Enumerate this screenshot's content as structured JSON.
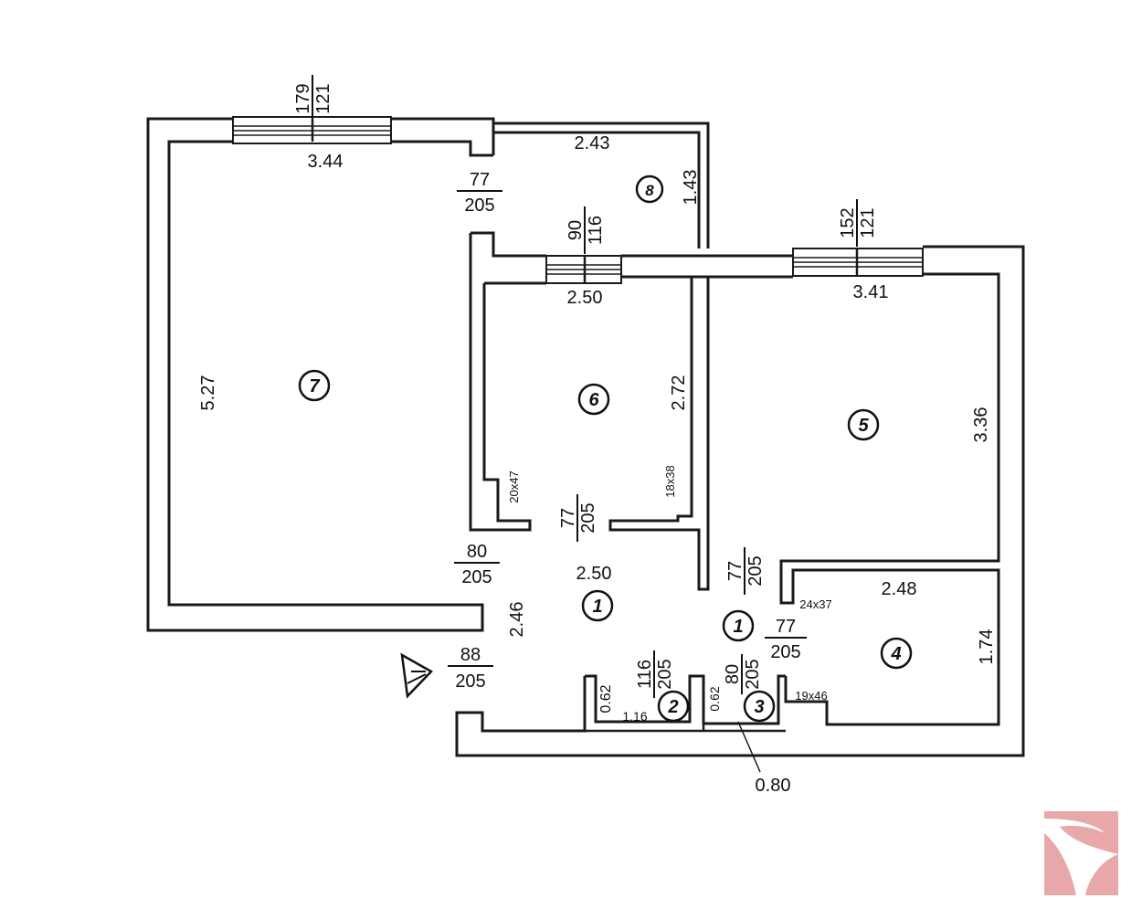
{
  "plan": {
    "rooms": {
      "r7": "7",
      "r8": "8",
      "r6": "6",
      "r5": "5",
      "r1a": "1",
      "r1b": "1",
      "r2": "2",
      "r3": "3",
      "r4": "4"
    },
    "dimensions": {
      "room7_width": "3.44",
      "room7_length": "5.27",
      "room8_width": "2.43",
      "room8_length": "1.43",
      "room6_width": "2.50",
      "room6_length": "2.72",
      "room5_width": "3.41",
      "room5_length": "3.36",
      "hall_width": "2.50",
      "hall_length": "2.46",
      "room4_width": "2.48",
      "room4_length": "1.74",
      "room2_length": "0.62",
      "room2_width": "1.16",
      "room3_length": "0.62",
      "room3_width": "0.80"
    },
    "openings": {
      "win7_w": "179",
      "win7_h": "121",
      "win6_w": "90",
      "win6_h": "116",
      "win5_w": "152",
      "win5_h": "121",
      "door8_w": "77",
      "door8_h": "205",
      "door6_w": "77",
      "door6_h": "205",
      "door7_w": "80",
      "door7_h": "205",
      "door5_w": "77",
      "door5_h": "205",
      "door4_w": "77",
      "door4_h": "205",
      "entry_w": "88",
      "entry_h": "205",
      "door2_w": "116",
      "door2_h": "205",
      "door3_w": "80",
      "door3_h": "205"
    },
    "niches": {
      "n6a": "20x47",
      "n6b": "18x38",
      "n4a": "24x37",
      "n4b": "19x46"
    }
  },
  "colors": {
    "line": "#1a1a1a",
    "logo": "#e8a7a9"
  }
}
